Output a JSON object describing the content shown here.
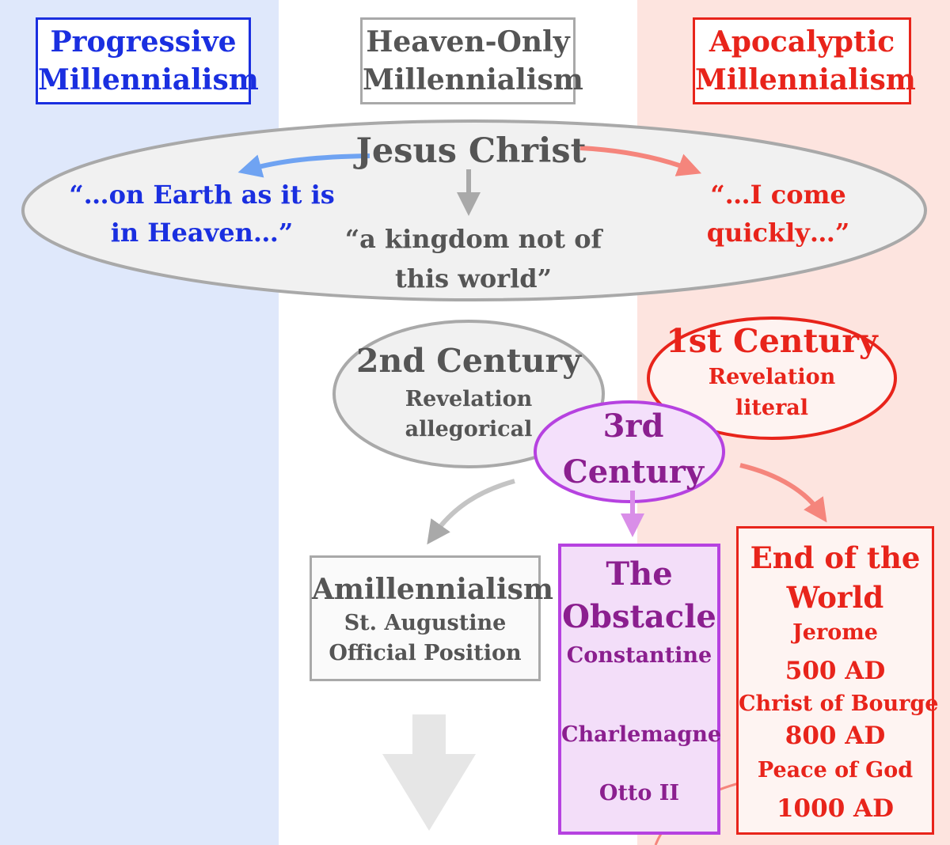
{
  "columns": {
    "progressive": {
      "line1": "Progressive",
      "line2": "Millennialism",
      "color": "#1a2fe0"
    },
    "heaven_only": {
      "line1": "Heaven-Only",
      "line2": "Millennialism",
      "color": "#555555"
    },
    "apocalyptic": {
      "line1": "Apocalyptic",
      "line2": "Millennialism",
      "color": "#e8241b"
    }
  },
  "origin": {
    "title": "Jesus Christ",
    "quote_left": {
      "line1": "“…on Earth as it is",
      "line2": "in Heaven…”"
    },
    "quote_center": {
      "line1": "“a kingdom not of",
      "line2": "this world”"
    },
    "quote_right": {
      "line1": "“…I come",
      "line2": "quickly…”"
    }
  },
  "centuries": {
    "first": {
      "title": "1st Century",
      "line1": "Revelation",
      "line2": "literal"
    },
    "second": {
      "title": "2nd Century",
      "line1": "Revelation",
      "line2": "allegorical"
    },
    "third": {
      "line1": "3rd",
      "line2": "Century"
    }
  },
  "outcomes": {
    "amillennialism": {
      "title": "Amillennialism",
      "line1": "St. Augustine",
      "line2": "Official Position"
    },
    "obstacle": {
      "title1": "The",
      "title2": "Obstacle",
      "items": [
        "Constantine",
        "Charlemagne",
        "Otto II"
      ]
    },
    "end_of_world": {
      "title1": "End of the",
      "title2": "World",
      "entries": [
        "Jerome",
        "500 AD",
        "Christ of Bourge",
        "800 AD",
        "Peace of God",
        "1000 AD"
      ]
    }
  },
  "colors": {
    "blue": "#1a2fe0",
    "red": "#e8241b",
    "grey": "#555555",
    "purple": "#8b1f8f",
    "band_blue": "#dfe8fb",
    "band_red": "#fde4df"
  }
}
